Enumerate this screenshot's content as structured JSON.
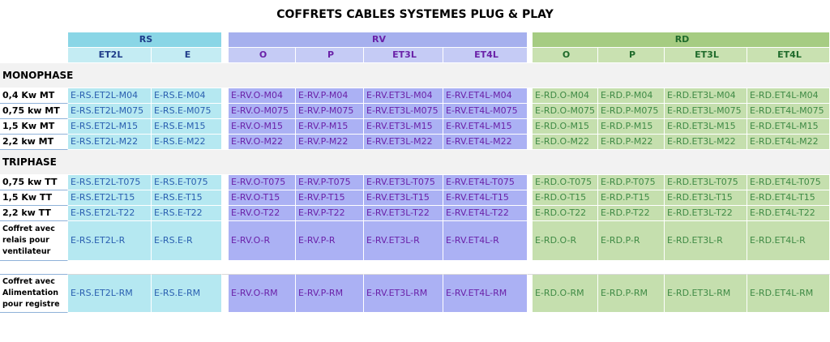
{
  "title": "COFFRETS CABLES SYSTEMES PLUG & PLAY",
  "groups": {
    "rs": "RS",
    "rv": "RV",
    "rd": "RD"
  },
  "subheaders": {
    "rs": [
      "ET2L",
      "E"
    ],
    "rv": [
      "O",
      "P",
      "ET3L",
      "ET4L"
    ],
    "rd": [
      "O",
      "P",
      "ET3L",
      "ET4L"
    ]
  },
  "sections": {
    "mono": "MONOPHASE",
    "tri": "TRIPHASE"
  },
  "rows": [
    {
      "label": "0,4 Kw MT",
      "rs": [
        "E-RS.ET2L-M04",
        "E-RS.E-M04"
      ],
      "rv": [
        "E-RV.O-M04",
        "E-RV.P-M04",
        "E-RV.ET3L-M04",
        "E-RV.ET4L-M04"
      ],
      "rd": [
        "E-RD.O-M04",
        "E-RD.P-M04",
        "E-RD.ET3L-M04",
        "E-RD.ET4L-M04"
      ]
    },
    {
      "label": "0,75 kw MT",
      "rs": [
        "E-RS.ET2L-M075",
        "E-RS.E-M075"
      ],
      "rv": [
        "E-RV.O-M075",
        "E-RV.P-M075",
        "E-RV.ET3L-M075",
        "E-RV.ET4L-M075"
      ],
      "rd": [
        "E-RD.O-M075",
        "E-RD.P-M075",
        "E-RD.ET3L-M075",
        "E-RD.ET4L-M075"
      ]
    },
    {
      "label": "1,5 Kw MT",
      "rs": [
        "E-RS.ET2L-M15",
        "E-RS.E-M15"
      ],
      "rv": [
        "E-RV.O-M15",
        "E-RV.P-M15",
        "E-RV.ET3L-M15",
        "E-RV.ET4L-M15"
      ],
      "rd": [
        "E-RD.O-M15",
        "E-RD.P-M15",
        "E-RD.ET3L-M15",
        "E-RD.ET4L-M15"
      ]
    },
    {
      "label": "2,2 kw MT",
      "rs": [
        "E-RS.ET2L-M22",
        "E-RS.E-M22"
      ],
      "rv": [
        "E-RV.O-M22",
        "E-RV.P-M22",
        "E-RV.ET3L-M22",
        "E-RV.ET4L-M22"
      ],
      "rd": [
        "E-RD.O-M22",
        "E-RD.P-M22",
        "E-RD.ET3L-M22",
        "E-RD.ET4L-M22"
      ]
    },
    {
      "label": "0,75 kw TT",
      "rs": [
        "E-RS.ET2L-T075",
        "E-RS.E-T075"
      ],
      "rv": [
        "E-RV.O-T075",
        "E-RV.P-T075",
        "E-RV.ET3L-T075",
        "E-RV.ET4L-T075"
      ],
      "rd": [
        "E-RD.O-T075",
        "E-RD.P-T075",
        "E-RD.ET3L-T075",
        "E-RD.ET4L-T075"
      ]
    },
    {
      "label": "1,5 Kw TT",
      "rs": [
        "E-RS.ET2L-T15",
        "E-RS.E-T15"
      ],
      "rv": [
        "E-RV.O-T15",
        "E-RV.P-T15",
        "E-RV.ET3L-T15",
        "E-RV.ET4L-T15"
      ],
      "rd": [
        "E-RD.O-T15",
        "E-RD.P-T15",
        "E-RD.ET3L-T15",
        "E-RD.ET4L-T15"
      ]
    },
    {
      "label": "2,2 kw TT",
      "rs": [
        "E-RS.ET2L-T22",
        "E-RS.E-T22"
      ],
      "rv": [
        "E-RV.O-T22",
        "E-RV.P-T22",
        "E-RV.ET3L-T22",
        "E-RV.ET4L-T22"
      ],
      "rd": [
        "E-RD.O-T22",
        "E-RD.P-T22",
        "E-RD.ET3L-T22",
        "E-RD.ET4L-T22"
      ]
    },
    {
      "label": "Coffret avec relais pour ventilateur",
      "rs": [
        "E-RS.ET2L-R",
        "E-RS.E-R"
      ],
      "rv": [
        "E-RV.O-R",
        "E-RV.P-R",
        "E-RV.ET3L-R",
        "E-RV.ET4L-R"
      ],
      "rd": [
        "E-RD.O-R",
        "E-RD.P-R",
        "E-RD.ET3L-R",
        "E-RD.ET4L-R"
      ]
    },
    {
      "label": "Coffret avec Alimentation pour registre",
      "rs": [
        "E-RS.ET2L-RM",
        "E-RS.E-RM"
      ],
      "rv": [
        "E-RV.O-RM",
        "E-RV.P-RM",
        "E-RV.ET3L-RM",
        "E-RV.ET4L-RM"
      ],
      "rd": [
        "E-RD.O-RM",
        "E-RD.P-RM",
        "E-RD.ET3L-RM",
        "E-RD.ET4L-RM"
      ]
    }
  ],
  "colors": {
    "rs_header": "#8ad6e6",
    "rs_cell": "#b5e8f1",
    "rv_header": "#a6b0ee",
    "rv_cell": "#abb1f4",
    "rd_header": "#a6cc82",
    "rd_cell": "#c5dfae"
  }
}
